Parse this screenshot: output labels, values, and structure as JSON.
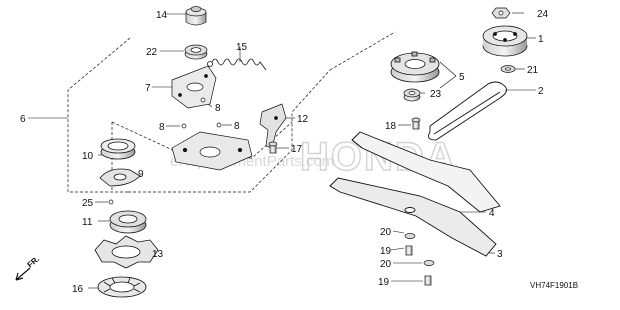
{
  "diagram": {
    "callouts": [
      "1",
      "2",
      "3",
      "4",
      "5",
      "6",
      "7",
      "8",
      "8",
      "8",
      "9",
      "10",
      "11",
      "12",
      "13",
      "14",
      "15",
      "16",
      "17",
      "18",
      "19",
      "19",
      "20",
      "20",
      "21",
      "22",
      "23",
      "24",
      "25"
    ],
    "diagram_code": "VH74F1901B",
    "direction_label": "FR.",
    "watermark_site": "eReplacementParts.com",
    "watermark_brand": "HONDA"
  },
  "colors": {
    "line": "#111111",
    "watermark": "#b0b0b0"
  }
}
